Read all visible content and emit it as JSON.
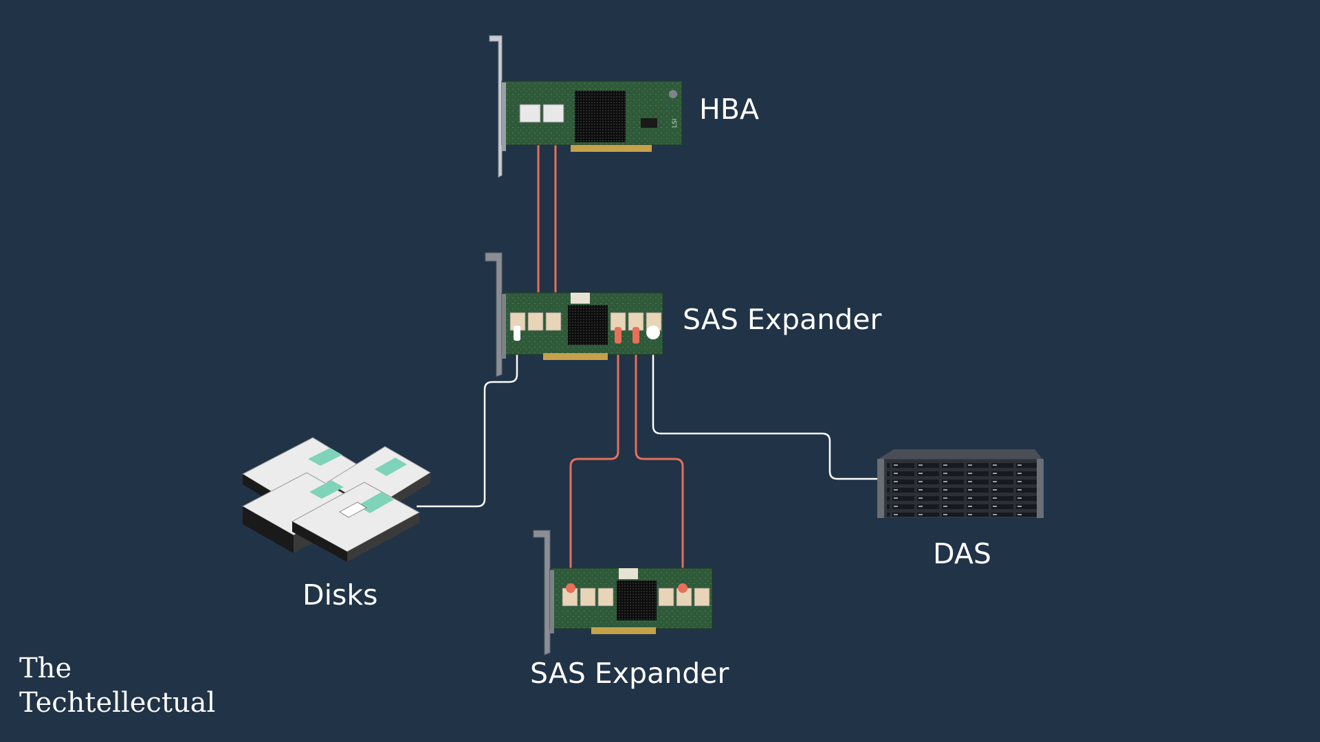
{
  "labels": {
    "hba": "HBA",
    "expander_top": "SAS Expander",
    "expander_bottom": "SAS Expander",
    "disks": "Disks",
    "das": "DAS"
  },
  "brand": {
    "line1": "The",
    "line2": "Techtellectual"
  },
  "colors": {
    "background": "#213347",
    "sas_cable": "#e86f5a",
    "disk_cable": "#ffffff",
    "pcb": "#2f5a3a",
    "heatsink": "#111111"
  },
  "icons": {
    "hba": "hba-card-icon",
    "expander_top": "sas-expander-card-icon",
    "expander_bottom": "sas-expander-card-icon",
    "disks": "hard-disks-icon",
    "das": "das-enclosure-icon"
  }
}
